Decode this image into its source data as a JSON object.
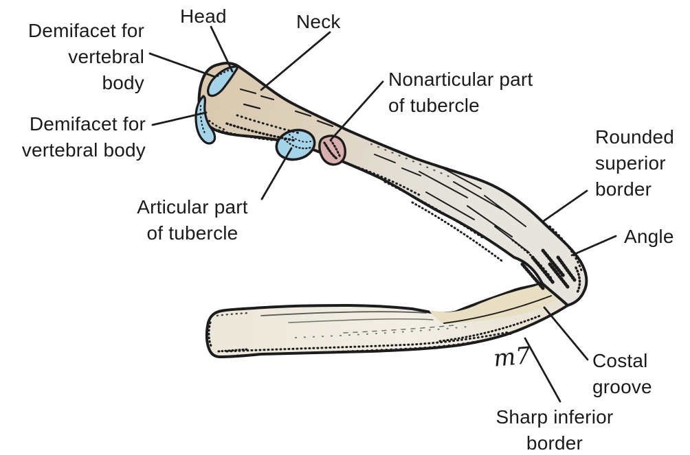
{
  "figure": {
    "subject": "Typical rib - posterior view, labeled anatomical diagram",
    "background": "#ffffff",
    "colors": {
      "outline_ink": "#1c1c1c",
      "head_neck_tan": "#D9C9AE",
      "shaft_gray": "#E5E2DB",
      "body_ivory": "#F0ECE0",
      "costal_groove_cream": "#E8DEC1",
      "articular_facet_blue": "#A5D3E8",
      "nonarticular_pink": "#D8AFAC"
    },
    "signature": "m7",
    "labels": [
      {
        "id": "head",
        "text": "Head"
      },
      {
        "id": "neck",
        "text": "Neck"
      },
      {
        "id": "demifacet-upper",
        "text": "Demifacet for\nvertebral\nbody"
      },
      {
        "id": "demifacet-lower",
        "text": "Demifacet for\nvertebral body"
      },
      {
        "id": "nonarticular-tubercle",
        "text": "Nonarticular part\nof tubercle"
      },
      {
        "id": "articular-tubercle",
        "text": "Articular part\nof tubercle"
      },
      {
        "id": "rounded-superior-border",
        "text": "Rounded\nsuperior\nborder"
      },
      {
        "id": "angle",
        "text": "Angle"
      },
      {
        "id": "costal-groove",
        "text": "Costal\ngroove"
      },
      {
        "id": "sharp-inferior-border",
        "text": "Sharp inferior\nborder"
      }
    ]
  }
}
